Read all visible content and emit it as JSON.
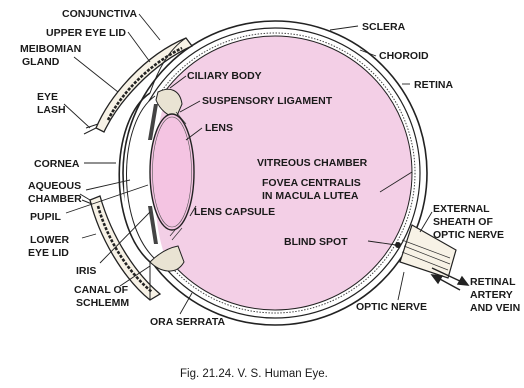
{
  "labels": {
    "conjunctiva": "CONJUNCTIVA",
    "upper_eye_lid": "UPPER EYE LID",
    "meibomian_1": "MEIBOMIAN",
    "meibomian_2": "GLAND",
    "eye_lash_1": "EYE",
    "eye_lash_2": "LASH",
    "cornea": "CORNEA",
    "aqueous_1": "AQUEOUS",
    "aqueous_2": "CHAMBER",
    "pupil": "PUPIL",
    "lower_lid_1": "LOWER",
    "lower_lid_2": "EYE LID",
    "iris": "IRIS",
    "schlemm_1": "CANAL OF",
    "schlemm_2": "SCHLEMM",
    "ora_serrata": "ORA SERRATA",
    "sclera": "SCLERA",
    "choroid": "CHOROID",
    "retina": "RETINA",
    "ciliary_body": "CILIARY BODY",
    "suspensory": "SUSPENSORY LIGAMENT",
    "lens": "LENS",
    "lens_capsule": "LENS CAPSULE",
    "vitreous": "VITREOUS CHAMBER",
    "fovea_1": "FOVEA CENTRALIS",
    "fovea_2": "IN MACULA LUTEA",
    "blind_spot": "BLIND SPOT",
    "ext_sheath_1": "EXTERNAL",
    "ext_sheath_2": "SHEATH OF",
    "ext_sheath_3": "OPTIC NERVE",
    "retinal_1": "RETINAL",
    "retinal_2": "ARTERY",
    "retinal_3": "AND VEIN",
    "optic_nerve": "OPTIC NERVE"
  },
  "caption": "Fig. 21.24. V. S. Human Eye.",
  "colors": {
    "vitreous_fill": "#f3cfe6",
    "lens_fill": "#f4c4e2",
    "line": "#222222",
    "sheath_fill": "#f7f2e6",
    "background": "#ffffff"
  }
}
